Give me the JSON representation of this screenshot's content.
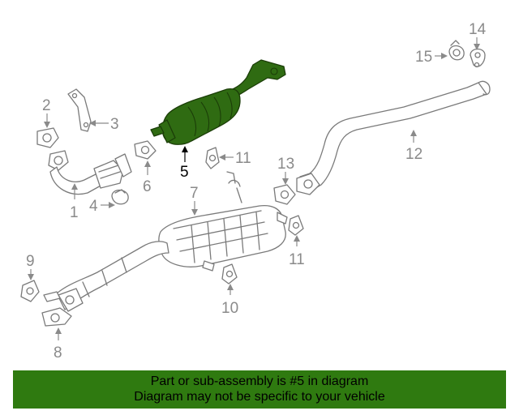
{
  "diagram": {
    "highlight_color": "#2f6b12",
    "callouts": {
      "c1": "1",
      "c2": "2",
      "c3": "3",
      "c4": "4",
      "c5": "5",
      "c6": "6",
      "c7": "7",
      "c8": "8",
      "c9": "9",
      "c10": "10",
      "c11a": "11",
      "c11b": "11",
      "c12": "12",
      "c13": "13",
      "c14": "14",
      "c15": "15"
    }
  },
  "banner": {
    "line1": "Part or sub-assembly is #5 in diagram",
    "line2": "Diagram may not be specific to your vehicle",
    "color": "#2f7a10"
  }
}
